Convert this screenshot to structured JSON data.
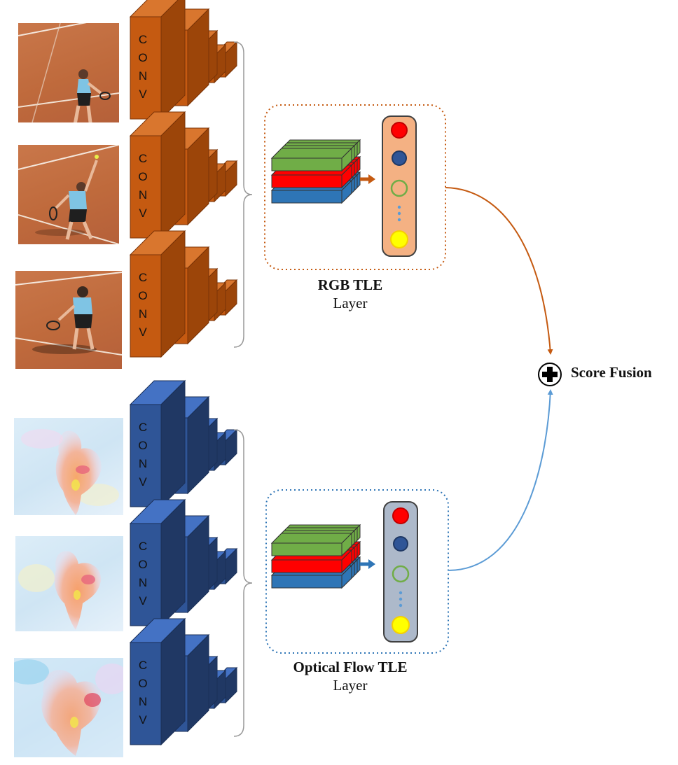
{
  "streams": {
    "rgb": {
      "conv_label": "CONV",
      "tle_title": "RGB TLE",
      "tle_subtitle": "Layer",
      "colors": {
        "face": "#c55a11",
        "top": "#d9762e",
        "side": "#9c4509",
        "edge": "#7a3306",
        "arrow": "#c55a11",
        "box": "#f4b183",
        "dotted": "#c55a11"
      }
    },
    "flow": {
      "conv_label": "CONV",
      "tle_title": "Optical Flow TLE",
      "tle_subtitle": "Layer",
      "colors": {
        "face": "#2f5597",
        "top": "#4472c4",
        "side": "#203864",
        "edge": "#1a2f57",
        "arrow": "#2e75b6",
        "box": "#adb9ca",
        "dotted": "#2e75b6"
      }
    }
  },
  "feature_stack_colors": {
    "green": "#70ad47",
    "red": "#ff0000",
    "blue": "#2e75b6"
  },
  "score_circle_colors": [
    "#ff0000",
    "#2f5597",
    "#70ad47",
    "#ffff00"
  ],
  "fusion": {
    "label": "Score Fusion",
    "icon": "circle-plus-icon"
  }
}
